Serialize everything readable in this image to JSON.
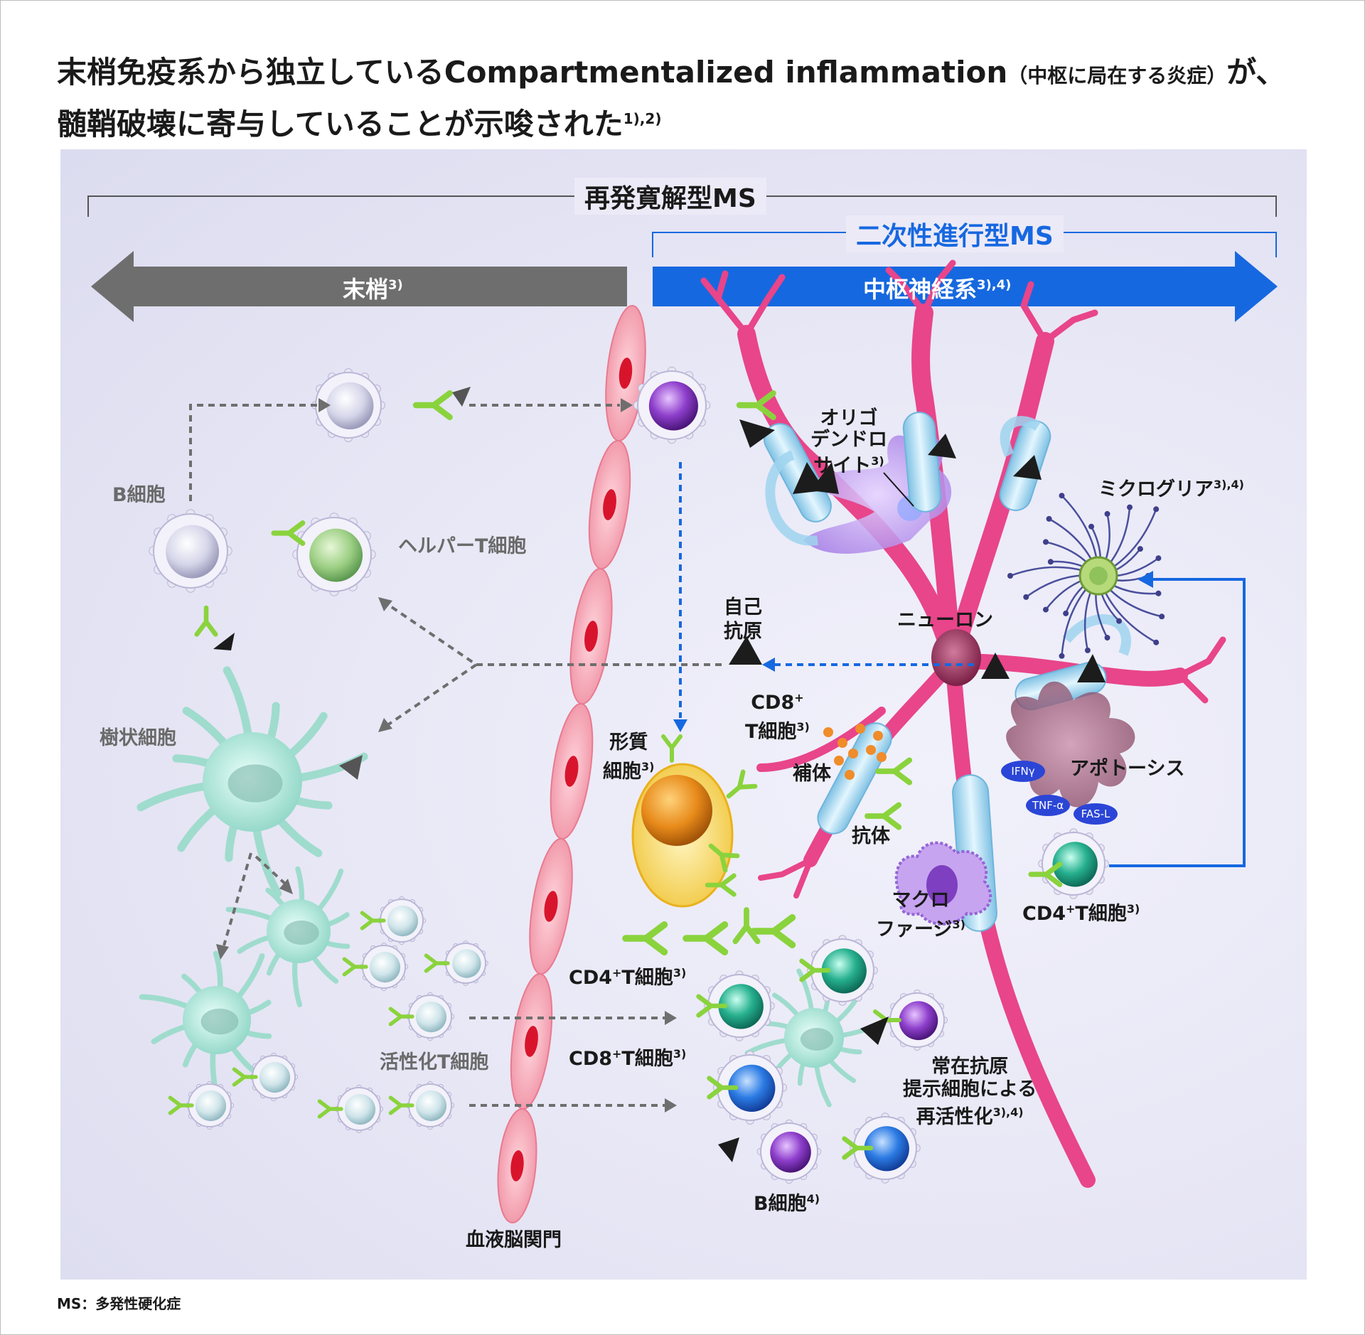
{
  "title": {
    "line1_main": "末梢免疫系から独立しているCompartmentalized inflammation",
    "line1_paren": "（中枢に局在する炎症）",
    "line1_end": "が、",
    "line2_main": "髄鞘破壊に寄与していることが示唆された",
    "line2_sup": "1),2)"
  },
  "ranges": {
    "rrms": "再発寛解型MS",
    "spms": "二次性進行型MS"
  },
  "bars": {
    "peripheral": "末梢",
    "peripheral_sup": "3)",
    "cns": "中枢神経系",
    "cns_sup": "3),4)"
  },
  "labels": {
    "b_cell": "B細胞",
    "helper_t": "ヘルパーT細胞",
    "dendritic": "樹状細胞",
    "activated_t": "活性化T細胞",
    "bbb": "血液脳関門",
    "oligo_1": "オリゴ",
    "oligo_2": "デンドロ",
    "oligo_3": "サイト",
    "oligo_sup": "3)",
    "microglia": "ミクログリア",
    "microglia_sup": "3),4)",
    "neuron": "ニューロン",
    "autoantigen_1": "自己",
    "autoantigen_2": "抗原",
    "cd8_1": "CD8",
    "cd8_sup1": "+",
    "cd8_2": "T細胞",
    "cd8_sup2": "3)",
    "plasma_1": "形質",
    "plasma_2": "細胞",
    "plasma_sup": "3)",
    "complement": "補体",
    "antibody": "抗体",
    "apoptosis": "アポトーシス",
    "ifn": "IFNγ",
    "tnf": "TNF-α",
    "fasl": "FAS-L",
    "macro_1": "マクロ",
    "macro_2": "ファージ",
    "macro_sup": "3)",
    "cd4_right": "CD4",
    "cd4_right_sup1": "+",
    "cd4_right_2": "T細胞",
    "cd4_right_sup2": "3)",
    "cd4_mid": "CD4",
    "cd4_mid_sup1": "+",
    "cd4_mid_2": "T細胞",
    "cd4_mid_sup2": "3)",
    "cd8_mid": "CD8",
    "cd8_mid_sup1": "+",
    "cd8_mid_2": "T細胞",
    "cd8_mid_sup2": "3)",
    "resident_1": "常在抗原",
    "resident_2": "提示細胞による",
    "resident_3": "再活性化",
    "resident_sup": "3),4)",
    "b_cell_bottom": "B細胞",
    "b_cell_bottom_sup": "4)"
  },
  "footnote": "MS：多発性硬化症",
  "colors": {
    "gray_arrow": "#6e6e6e",
    "blue_arrow": "#1668e0",
    "neuron": "#e8458a",
    "myelin": "#9fd4ee",
    "bbb": "#f4a3b3"
  }
}
